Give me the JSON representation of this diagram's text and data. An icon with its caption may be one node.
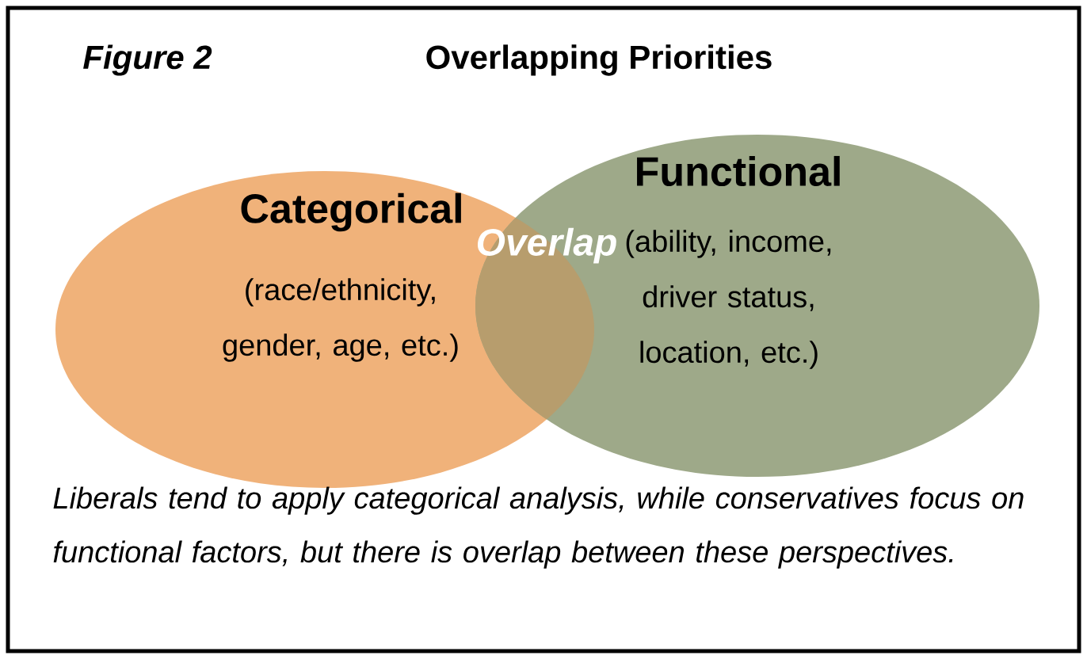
{
  "diagram": {
    "title": "Overlapping Priorities",
    "caption": "Liberals tend to apply categorical analysis, while conservatives focus on functional factors, but there is overlap between these perspectives.",
    "nodes": [
      {
        "text": [
          "Categorical",
          "(race/ethnicity, gender, age, etc.)"
        ]
      },
      {
        "text": [
          "Functional",
          "(ability, income, driver status, location, etc.)"
        ]
      }
    ],
    "labels": [
      "Figure 2",
      "Overlap"
    ]
  }
}
